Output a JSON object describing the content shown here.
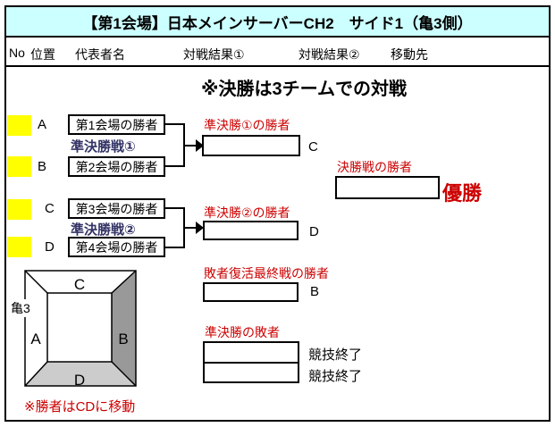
{
  "title": "【第1会場】日本メインサーバーCH2　サイド1（亀3側）",
  "columns": {
    "no": "No",
    "position": "位置",
    "representative": "代表者名",
    "result1": "対戦結果①",
    "result2": "対戦結果②",
    "destination": "移動先"
  },
  "note": "※決勝は3チームでの対戦",
  "semifinal1": {
    "slot_a_letter": "A",
    "slot_a_team": "第1会場の勝者",
    "match_label": "準決勝戦①",
    "slot_b_letter": "B",
    "slot_b_team": "第2会場の勝者",
    "winner_label": "準決勝①の勝者",
    "winner_value": "",
    "winner_destination": "C"
  },
  "semifinal2": {
    "slot_a_letter": "C",
    "slot_a_team": "第3会場の勝者",
    "match_label": "準決勝戦②",
    "slot_b_letter": "D",
    "slot_b_team": "第4会場の勝者",
    "winner_label": "準決勝②の勝者",
    "winner_value": "",
    "winner_destination": "D"
  },
  "final": {
    "winner_label": "決勝戦の勝者",
    "winner_value": "",
    "champion_label": "優勝"
  },
  "revival": {
    "winner_label": "敗者復活最終戦の勝者",
    "winner_value": "",
    "destination": "B"
  },
  "semifinal_losers": {
    "label": "準決勝の敗者",
    "slot1_value": "",
    "slot1_status": "競技終了",
    "slot2_value": "",
    "slot2_status": "競技終了"
  },
  "arena": {
    "name": "亀3",
    "top": "C",
    "left": "A",
    "right": "B",
    "bottom": "D"
  },
  "footnote": "※勝者はCDに移動",
  "colors": {
    "title_bg": "#ccffff",
    "highlight": "#ffff00",
    "red_text": "#cc0000",
    "blue_text": "#333366",
    "arena_right_fill": "#999999",
    "arena_bottom_fill": "#cccccc"
  }
}
